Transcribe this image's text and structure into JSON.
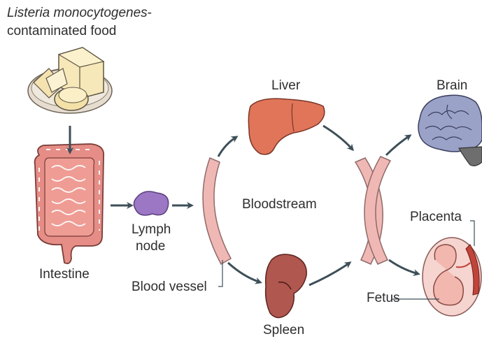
{
  "title": {
    "line1_italic": "Listeria monocytogenes",
    "line1_suffix": "-",
    "line2": "contaminated food"
  },
  "labels": {
    "liver": "Liver",
    "brain": "Brain",
    "bloodstream": "Bloodstream",
    "placenta": "Placenta",
    "lymph_line1": "Lymph",
    "lymph_line2": "node",
    "intestine": "Intestine",
    "blood_vessel": "Blood vessel",
    "fetus": "Fetus",
    "spleen": "Spleen"
  },
  "icons": [
    "cheese-plate-icon",
    "intestine-icon",
    "lymph-node-icon",
    "liver-icon",
    "spleen-icon",
    "brain-icon",
    "fetus-placenta-icon"
  ],
  "colors": {
    "arrow": "#3d4f58",
    "vessel_fill": "#f0b8b5",
    "vessel_stroke": "#8e6a68",
    "organ_liver": "#e0755a",
    "organ_spleen": "#b0574f",
    "organ_intestine": "#e8918a",
    "organ_lymph": "#9b77c4",
    "organ_brain": "#9aa2c8",
    "cheese": "#f5e6b0"
  }
}
